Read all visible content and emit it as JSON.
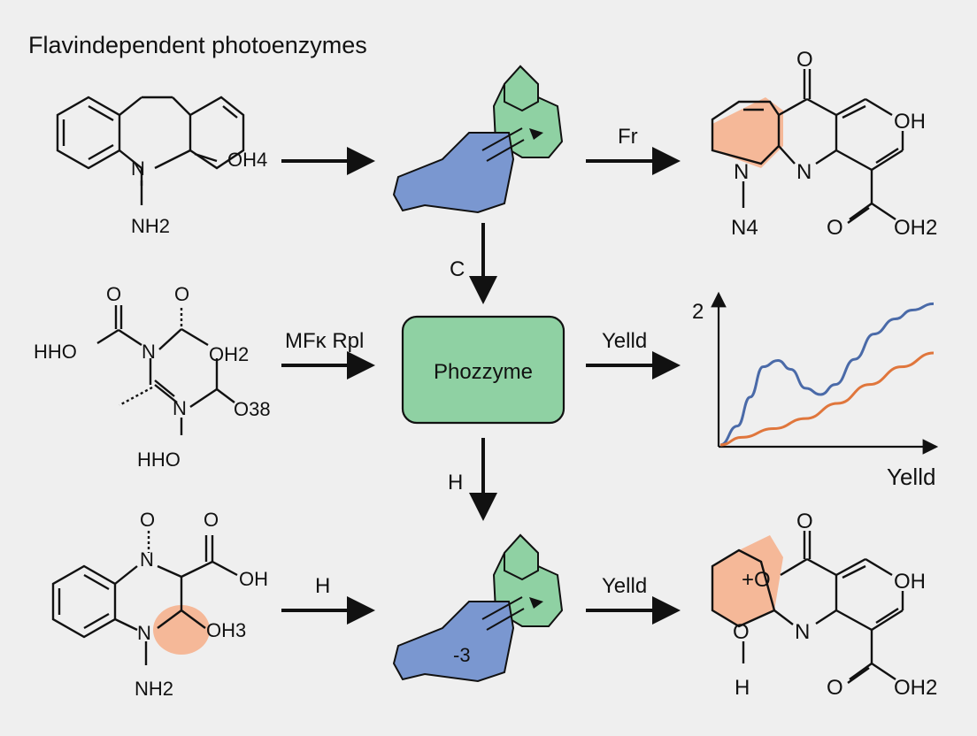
{
  "title": "Flavindependent photoenzymes",
  "center_box_label": "Phozzyme",
  "arrow_labels": {
    "top_right": "Fr",
    "down_top": "C",
    "mid_left": "MFκ Rpl",
    "mid_right": "Yelld",
    "down_bottom": "H",
    "bottom_left": "H",
    "bottom_right": "Yelld"
  },
  "enzyme_bottom_label": "-3",
  "molecules": {
    "top_left": [
      "NH2",
      "OH4"
    ],
    "mid_left": [
      "O",
      "O",
      "HHO",
      "OH2",
      "O38",
      "HHO",
      "N",
      "N"
    ],
    "bottom_left": [
      "O",
      "O",
      "OH",
      "NH2",
      "OH3",
      "N",
      "N"
    ],
    "top_right": [
      "O",
      "OH",
      "N",
      "N",
      "N4",
      "O",
      "OH2"
    ],
    "bottom_right": [
      "O",
      "OH",
      "+O",
      "O",
      "N",
      "H",
      "O",
      "OH2"
    ]
  },
  "colors": {
    "enzyme_blue": "#7a97d0",
    "enzyme_green": "#8fd1a3",
    "box_green": "#8fd1a3",
    "highlight": "#f5b898",
    "line_blue": "#4a6aa8",
    "line_orange": "#e0763c"
  },
  "chart_data": {
    "type": "line",
    "ylabel": "2",
    "xlabel": "Yelld",
    "grid": false,
    "series": [
      {
        "values": [
          [
            0,
            0
          ],
          [
            8,
            15
          ],
          [
            14,
            38
          ],
          [
            20,
            62
          ],
          [
            27,
            67
          ],
          [
            33,
            60
          ],
          [
            40,
            45
          ],
          [
            47,
            40
          ],
          [
            54,
            48
          ],
          [
            63,
            68
          ],
          [
            72,
            88
          ],
          [
            82,
            100
          ],
          [
            90,
            107
          ],
          [
            100,
            112
          ]
        ]
      },
      {
        "values": [
          [
            0,
            0
          ],
          [
            10,
            6
          ],
          [
            25,
            13
          ],
          [
            40,
            21
          ],
          [
            55,
            33
          ],
          [
            70,
            48
          ],
          [
            85,
            62
          ],
          [
            100,
            73
          ]
        ]
      }
    ]
  }
}
